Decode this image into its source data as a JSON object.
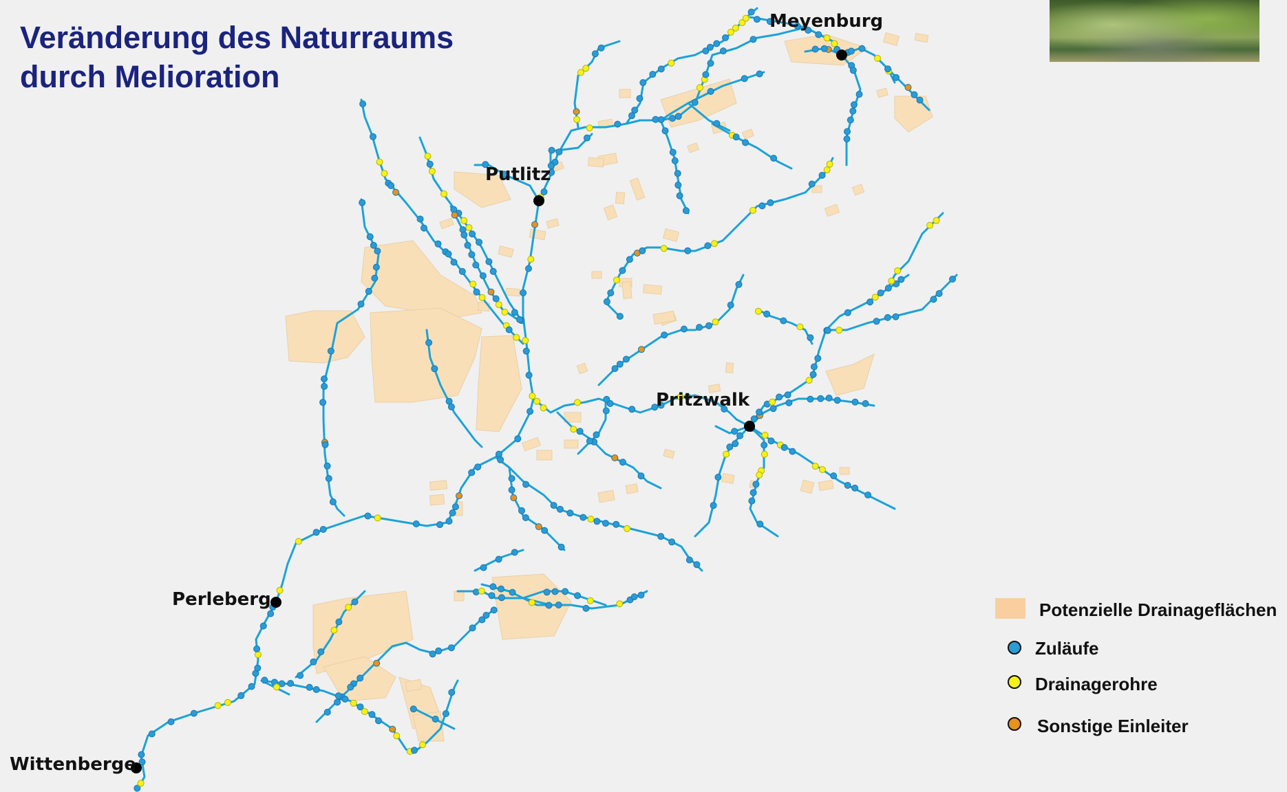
{
  "title": {
    "line1": "Veränderung des Naturraums",
    "line2": "durch Melioration"
  },
  "photo": {
    "name": "stream-photo"
  },
  "cities": [
    {
      "key": "meyenburg",
      "name": "Meyenburg"
    },
    {
      "key": "putlitz",
      "name": "Putlitz"
    },
    {
      "key": "pritzwalk",
      "name": "Pritzwalk"
    },
    {
      "key": "perleberg",
      "name": "Perleberg"
    },
    {
      "key": "wittenberge",
      "name": "Wittenberge"
    }
  ],
  "legend": {
    "drainage_areas": "Potenzielle Drainageflächen",
    "inflows": "Zuläufe",
    "drain_pipes": "Drainagerohre",
    "other_discharges": "Sonstige Einleiter"
  },
  "colors": {
    "title": "#1a237e",
    "river": "#1aa3d9",
    "inflow_dot": "#2b9bd6",
    "drain_dot": "#f5f21a",
    "other_dot": "#e8921e",
    "area": "#f9dfb8",
    "background": "#f0f0f0"
  }
}
